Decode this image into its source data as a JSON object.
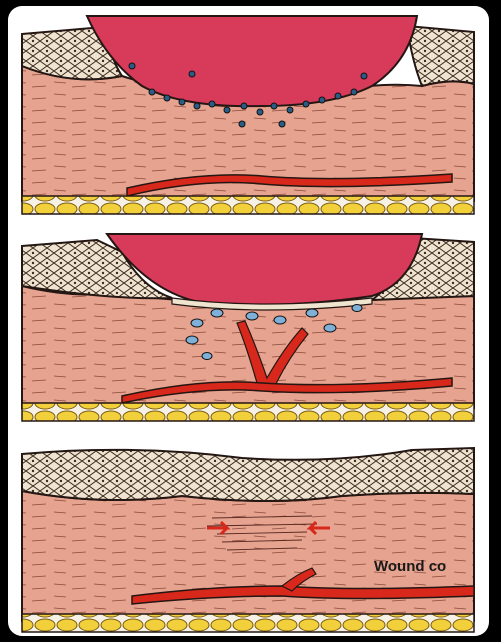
{
  "panels": [
    {
      "stage": "clot-and-inflammation",
      "has_clot": true
    },
    {
      "stage": "granulation-tissue",
      "has_clot": true
    },
    {
      "stage": "wound-contraction",
      "has_clot": false
    }
  ],
  "annotation": {
    "text": "Wound co"
  },
  "colors": {
    "dermis": "#e6a38f",
    "clot": "#d83a5a",
    "vessel": "#d8281c",
    "fat": "#f1d03c",
    "epidermis": "#efe4cf",
    "cells": "#2a5d86",
    "outline": "#241612"
  }
}
